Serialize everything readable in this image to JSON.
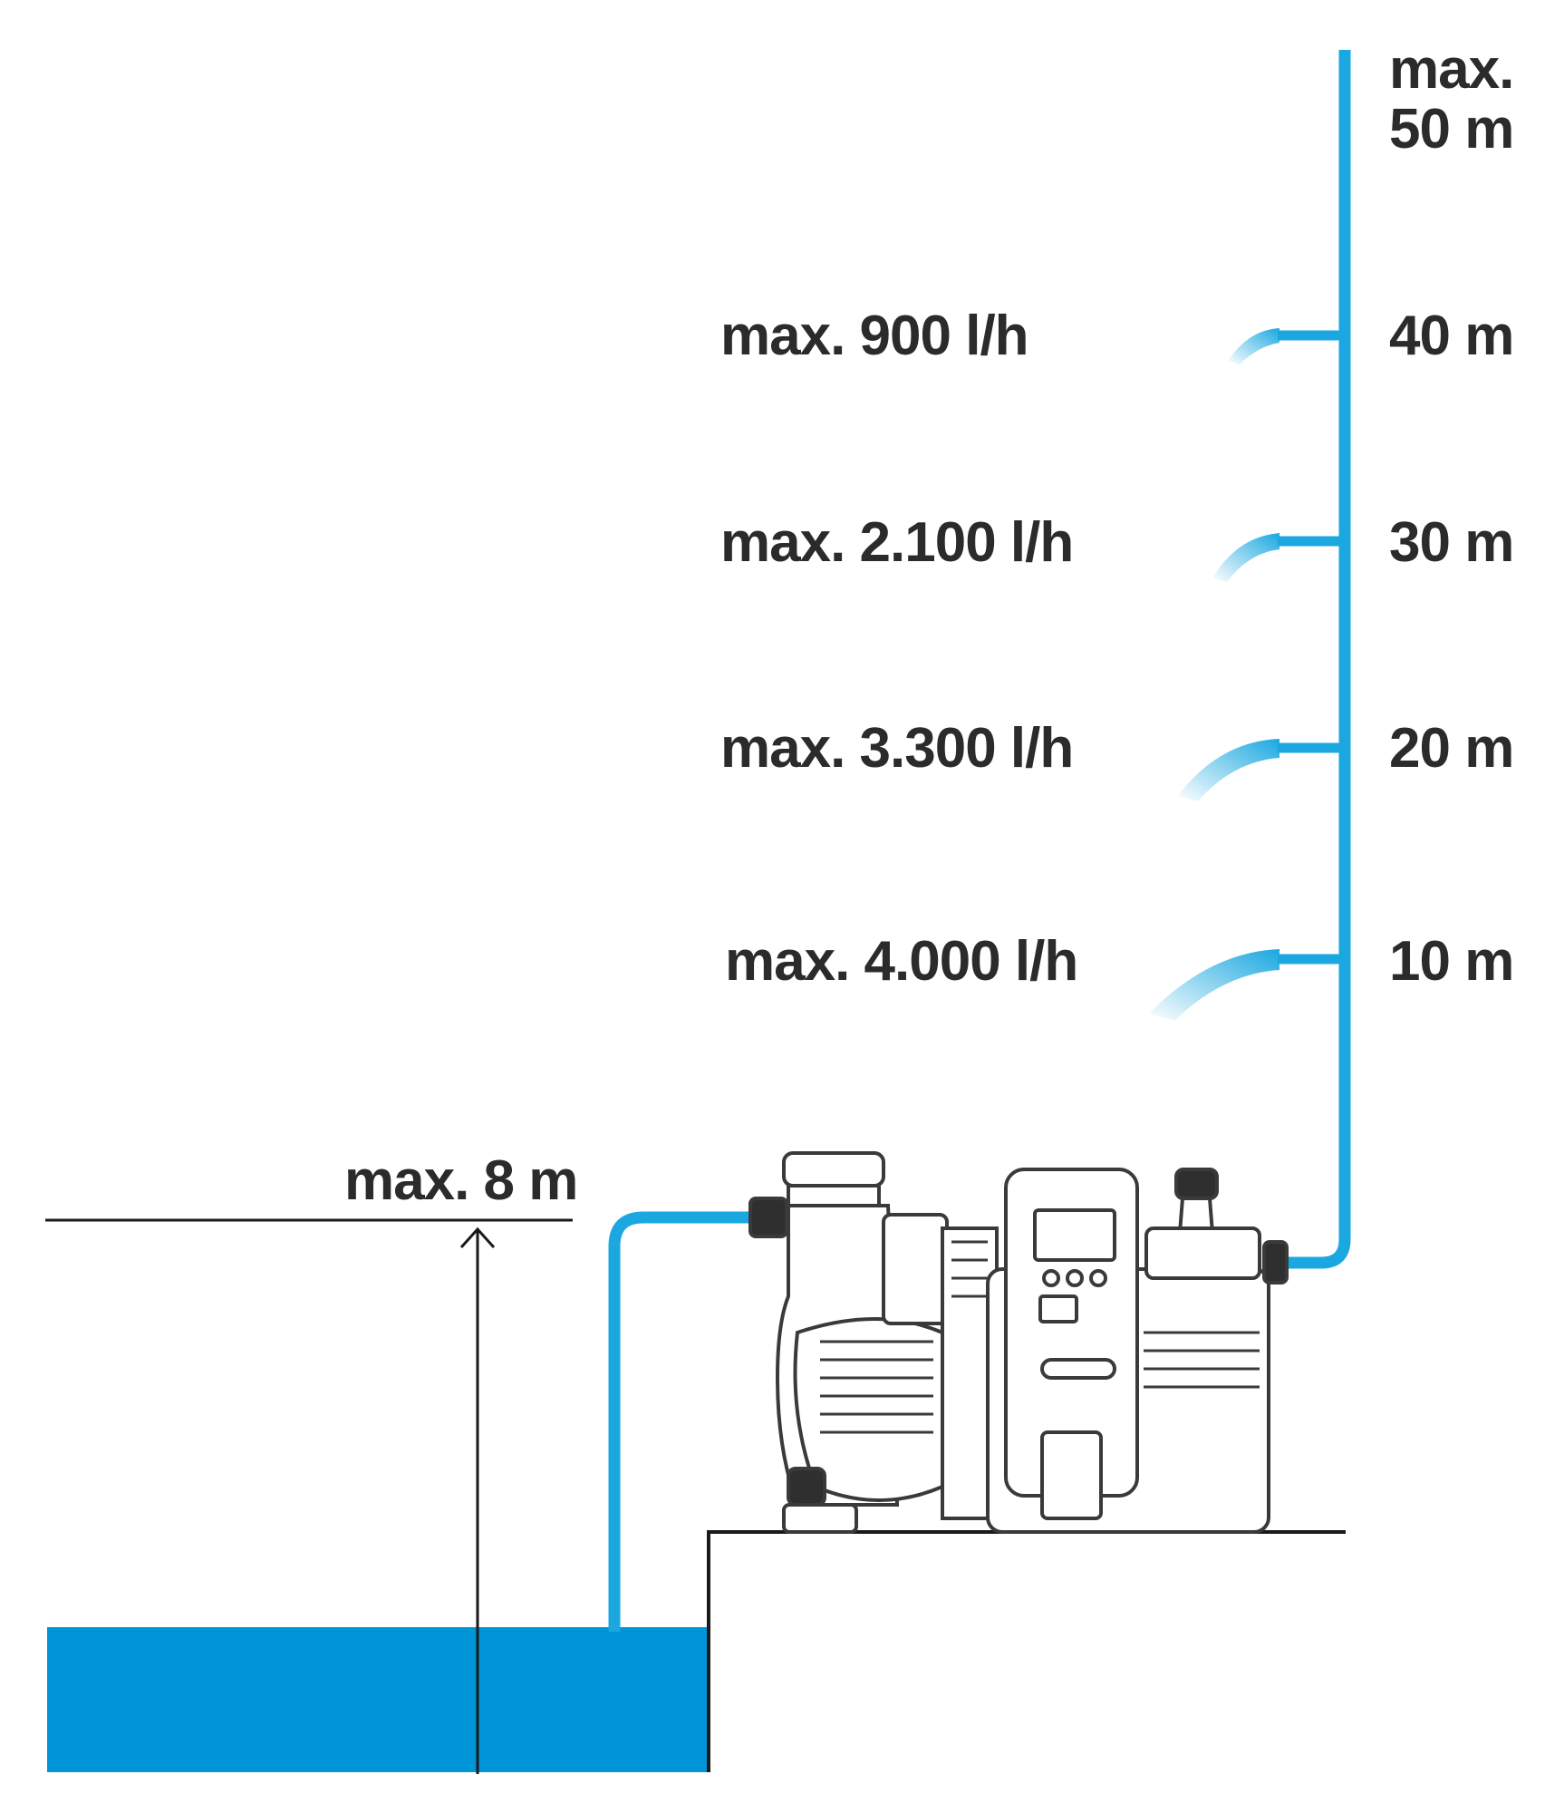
{
  "colors": {
    "water": "#0095d6",
    "pipe": "#1ba8e0",
    "line": "#1a1a1a",
    "text": "#2b2b2b",
    "pump_outline": "#3a3a3a",
    "pump_fill": "#ffffff"
  },
  "heights": {
    "max_top_line1": "max.",
    "max_top_line2": "50 m",
    "levels": [
      {
        "height": "40 m",
        "flow": "max. 900 l/h"
      },
      {
        "height": "30 m",
        "flow": "max. 2.100 l/h"
      },
      {
        "height": "20 m",
        "flow": "max. 3.300 l/h"
      },
      {
        "height": "10 m",
        "flow": "max. 4.000 l/h"
      }
    ]
  },
  "suction": {
    "label": "max. 8 m"
  }
}
